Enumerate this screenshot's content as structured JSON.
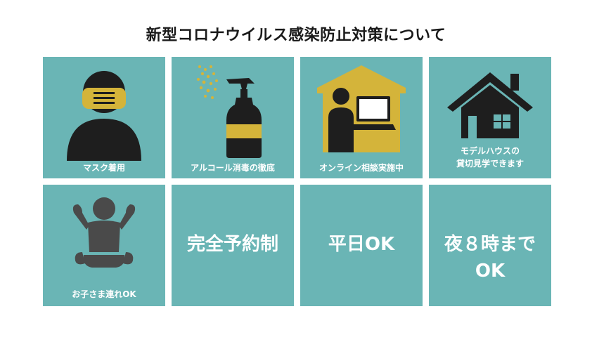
{
  "title": "新型コロナウイルス感染防止対策について",
  "tiles": {
    "mask": "マスク着用",
    "alcohol": "アルコール消毒の徹底",
    "online": "オンライン相談実施中",
    "model_line1": "モデルハウスの",
    "model_line2": "貸切見学できます",
    "kids": "お子さま連れOK",
    "reservation": "完全予約制",
    "weekday": "平日OK",
    "night_line1": "夜８時まで",
    "night_line2": "OK"
  },
  "colors": {
    "tile": "#6ab5b5",
    "accent": "#d4b43a",
    "ink": "#1e1e1e",
    "baby": "#4a4a4a"
  }
}
